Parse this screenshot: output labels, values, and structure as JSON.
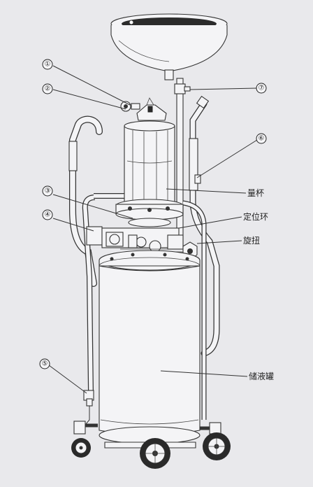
{
  "diagram": {
    "callouts": [
      {
        "id": "c1",
        "num": "①"
      },
      {
        "id": "c2",
        "num": "②"
      },
      {
        "id": "c3",
        "num": "③"
      },
      {
        "id": "c4",
        "num": "④"
      },
      {
        "id": "c5",
        "num": "⑤"
      },
      {
        "id": "c6",
        "num": "⑥"
      },
      {
        "id": "c7",
        "num": "⑦"
      }
    ],
    "labels": {
      "measuring_cup": "量杯",
      "positioning_ring": "定位环",
      "knob": "旋扭",
      "storage_tank": "储液罐"
    }
  }
}
